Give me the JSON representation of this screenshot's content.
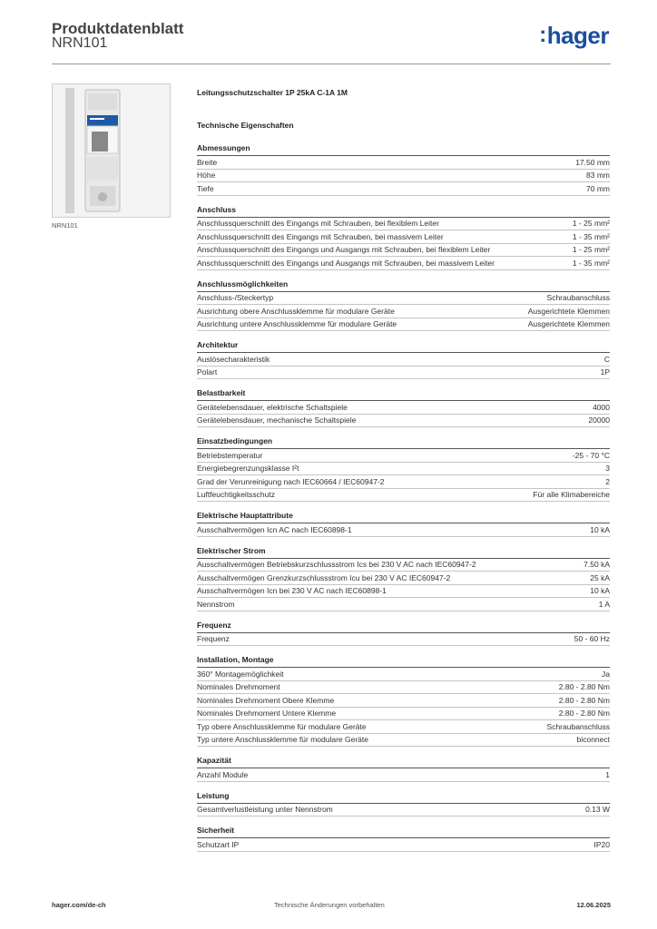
{
  "header": {
    "title": "Produktdatenblatt",
    "subtitle": "NRN101",
    "logo_text": "hager",
    "brand_color": "#1b4f9c"
  },
  "product": {
    "image_caption": "NRN101",
    "name": "Leitungsschutzschalter 1P 25kA C-1A 1M"
  },
  "tech_title": "Technische Eigenschaften",
  "sections": [
    {
      "title": "Abmessungen",
      "rows": [
        {
          "label": "Breite",
          "value": "17.50 mm"
        },
        {
          "label": "Höhe",
          "value": "83 mm"
        },
        {
          "label": "Tiefe",
          "value": "70 mm"
        }
      ]
    },
    {
      "title": "Anschluss",
      "rows": [
        {
          "label": "Anschlussquerschnitt des Eingangs mit Schrauben, bei flexiblem Leiter",
          "value": "1 - 25 mm²"
        },
        {
          "label": "Anschlussquerschnitt des Eingangs mit Schrauben, bei massivem Leiter",
          "value": "1 - 35 mm²"
        },
        {
          "label": "Anschlussquerschnitt des Eingangs und Ausgangs mit Schrauben, bei flexiblem Leiter",
          "value": "1 - 25 mm²"
        },
        {
          "label": "Anschlussquerschnitt des Eingangs und Ausgangs mit Schrauben, bei massivem Leiter",
          "value": "1 - 35 mm²"
        }
      ]
    },
    {
      "title": "Anschlussmöglichkeiten",
      "rows": [
        {
          "label": "Anschluss-/Steckertyp",
          "value": "Schraubanschluss"
        },
        {
          "label": "Ausrichtung obere Anschlussklemme für modulare Geräte",
          "value": "Ausgerichtete Klemmen"
        },
        {
          "label": "Ausrichtung untere Anschlussklemme für modulare Geräte",
          "value": "Ausgerichtete Klemmen"
        }
      ]
    },
    {
      "title": "Architektur",
      "rows": [
        {
          "label": "Auslösecharakteristik",
          "value": "C"
        },
        {
          "label": "Polart",
          "value": "1P"
        }
      ]
    },
    {
      "title": "Belastbarkeit",
      "rows": [
        {
          "label": "Gerätelebensdauer, elektrische Schaltspiele",
          "value": "4000"
        },
        {
          "label": "Gerätelebensdauer, mechanische Schaltspiele",
          "value": "20000"
        }
      ]
    },
    {
      "title": "Einsatzbedingungen",
      "rows": [
        {
          "label": "Betriebstemperatur",
          "value": "-25 - 70 °C"
        },
        {
          "label": "Energiebegrenzungsklasse I²t",
          "value": "3"
        },
        {
          "label": "Grad der Verunreinigung nach IEC60664 / IEC60947-2",
          "value": "2"
        },
        {
          "label": "Luftfeuchtigkeitsschutz",
          "value": "Für alle Klimabereiche"
        }
      ]
    },
    {
      "title": "Elektrische Hauptattribute",
      "rows": [
        {
          "label": "Ausschaltvermögen Icn AC nach IEC60898-1",
          "value": "10 kA"
        }
      ]
    },
    {
      "title": "Elektrischer Strom",
      "rows": [
        {
          "label": "Ausschaltvermögen Betriebskurzschlussstrom Ics bei 230 V AC nach IEC60947-2",
          "value": "7.50 kA"
        },
        {
          "label": "Ausschaltvermögen Grenzkurzschlussstrom Icu bei 230 V AC IEC60947-2",
          "value": "25 kA"
        },
        {
          "label": "Ausschaltvermögen Icn bei 230 V AC nach IEC60898-1",
          "value": "10 kA"
        },
        {
          "label": "Nennstrom",
          "value": "1 A"
        }
      ]
    },
    {
      "title": "Frequenz",
      "rows": [
        {
          "label": "Frequenz",
          "value": "50 - 60 Hz"
        }
      ]
    },
    {
      "title": "Installation, Montage",
      "rows": [
        {
          "label": "360° Montagemöglichkeit",
          "value": "Ja"
        },
        {
          "label": "Nominales Drehmoment",
          "value": "2.80 - 2.80 Nm"
        },
        {
          "label": "Nominales Drehmoment Obere Klemme",
          "value": "2.80 - 2.80 Nm"
        },
        {
          "label": "Nominales Drehmoment Untere Klemme",
          "value": "2.80 - 2.80 Nm"
        },
        {
          "label": "Typ obere Anschlussklemme für modulare Geräte",
          "value": "Schraubanschluss"
        },
        {
          "label": "Typ untere Anschlussklemme für modulare Geräte",
          "value": "biconnect"
        }
      ]
    },
    {
      "title": "Kapazität",
      "rows": [
        {
          "label": "Anzahl Module",
          "value": "1"
        }
      ]
    },
    {
      "title": "Leistung",
      "rows": [
        {
          "label": "Gesamtverlustleistung unter Nennstrom",
          "value": "0.13 W"
        }
      ]
    },
    {
      "title": "Sicherheit",
      "rows": [
        {
          "label": "Schutzart IP",
          "value": "IP20"
        }
      ]
    }
  ],
  "footer": {
    "website": "hager.com/de-ch",
    "notice": "Technische Änderungen vorbehalten",
    "date": "12.06.2025"
  }
}
